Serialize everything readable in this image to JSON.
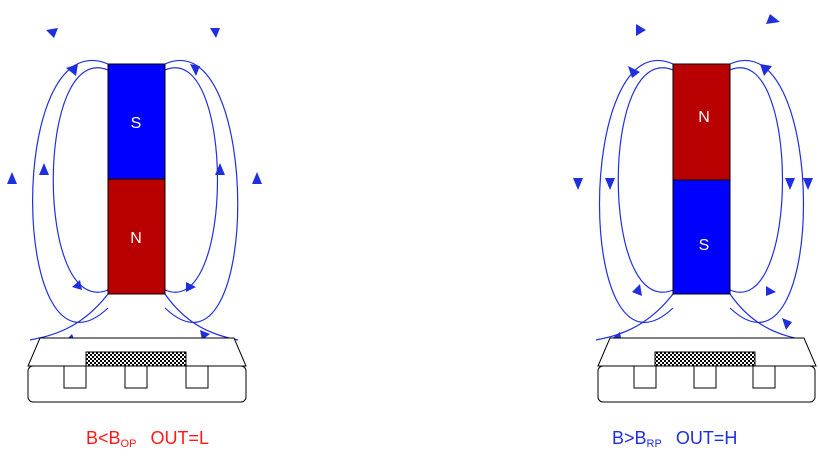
{
  "colors": {
    "field_line": "#1f2fe0",
    "north_pole": "#b80000",
    "south_pole": "#0000ff",
    "pole_text": "#ffffff",
    "outline": "#000000",
    "left_caption": "#ff1a1a",
    "right_caption": "#1f2fe0"
  },
  "left_setup": {
    "top_pole": "S",
    "bottom_pole": "N",
    "caption": {
      "b": "B<B",
      "sub": "OP",
      "out": "OUT=L"
    }
  },
  "right_setup": {
    "top_pole": "N",
    "bottom_pole": "S",
    "caption": {
      "b": "B>B",
      "sub": "RP",
      "out": "OUT=H"
    }
  }
}
